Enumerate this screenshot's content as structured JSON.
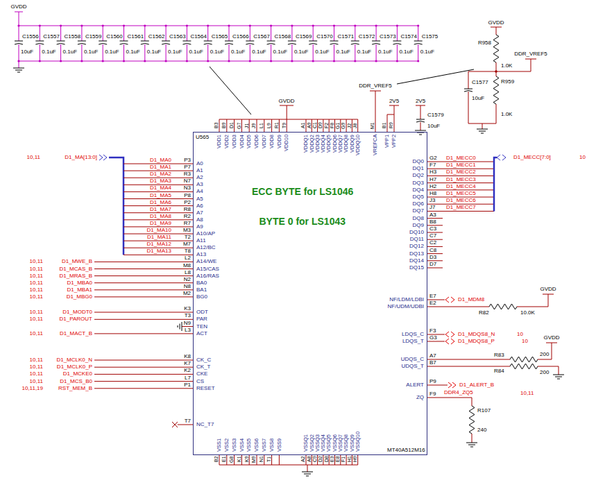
{
  "diagram": {
    "nodes": [
      {
        "text": [
          "U565",
          "ECC BYTE for LS1046",
          "BYTE 0 for LS1043",
          "MT40A512M16"
        ]
      }
    ],
    "labels": [
      "C1556",
      "C1557",
      "C1558",
      "C1559",
      "C1560",
      "C1561",
      "C1562",
      "C1563",
      "C1564",
      "C1565",
      "C1566",
      "C1567",
      "C1568",
      "C1569",
      "C1570",
      "C1571",
      "C1572",
      "C1573",
      "C1574",
      "C1575",
      "10uF",
      "0.1uF",
      "0.1uF",
      "0.1uF",
      "0.1uF",
      "0.1uF",
      "0.1uF",
      "0.1uF",
      "0.1uF",
      "0.1uF",
      "0.1uF",
      "0.1uF",
      "0.1uF",
      "0.1uF",
      "0.1uF",
      "0.1uF",
      "0.1uF",
      "0.1uF",
      "0.1uF",
      "0.1uF",
      "GVDD",
      "GVDD",
      "DDR_VREF5",
      "2V5",
      "2V5",
      "C1579",
      "10uF",
      "GVDD",
      "R958",
      "1.0K",
      "DDR_VREF5",
      "C1577",
      "10uF",
      "R959",
      "1.0K",
      "VDD1",
      "VDD2",
      "VDD3",
      "VDD4",
      "VDD5",
      "VDD6",
      "VDD7",
      "VDD8",
      "VDD9",
      "VDD10",
      "VDDQ1",
      "VDDQ2",
      "VDDQ3",
      "VDDQ4",
      "VDDQ5",
      "VDDQ6",
      "VDDQ7",
      "VDDQ8",
      "VDDQ9",
      "VDDQ10",
      "VREFCA",
      "VPP1",
      "VPP2",
      "B3",
      "B9",
      "D1",
      "G7",
      "J1",
      "J9",
      "L1",
      "L9",
      "R1",
      "T9",
      "A1",
      "A9",
      "C1",
      "D9",
      "F2",
      "F8",
      "G1",
      "G9",
      "J2",
      "J8",
      "M1",
      "B1",
      "R9",
      "VSS1",
      "VSS2",
      "VSS3",
      "VSS4",
      "VSS5",
      "VSS6",
      "VSS7",
      "VSS8",
      "VSS9",
      "VSSQ1",
      "VSSQ2",
      "VSSQ3",
      "VSSQ4",
      "VSSQ5",
      "VSSQ6",
      "VSSQ7",
      "VSSQ8",
      "VSSQ9",
      "VSSQ10",
      "B2",
      "E1",
      "G8",
      "K1",
      "K9",
      "M9",
      "N1",
      "T1",
      "A2",
      "A8",
      "C9",
      "D2",
      "D8",
      "E3",
      "E8",
      "F1",
      "H1",
      "H9",
      "A0",
      "A1",
      "A2",
      "A3",
      "A4",
      "A5",
      "A6",
      "A7",
      "A8",
      "A9",
      "A10/AP",
      "A11",
      "A12/BC",
      "A13",
      "A14/WE",
      "A15/CAS",
      "A16/RAS",
      "BA0",
      "BA1",
      "BG0",
      "ODT",
      "PAR",
      "TEN",
      "ACT",
      "CK_C",
      "CK_T",
      "CKE",
      "CS",
      "RESET",
      "NC_T7",
      "P3",
      "P7",
      "R3",
      "N7",
      "N3",
      "P8",
      "P2",
      "R8",
      "R2",
      "R7",
      "M3",
      "T2",
      "M7",
      "T8",
      "L2",
      "M8",
      "L8",
      "N2",
      "N8",
      "M2",
      "K3",
      "T3",
      "N9",
      "L3",
      "K8",
      "K7",
      "K2",
      "L7",
      "P1",
      "T7",
      "D1_MA[13:0]",
      "10,11",
      "D1_MA0",
      "D1_MA1",
      "D1_MA2",
      "D1_MA3",
      "D1_MA4",
      "D1_MA5",
      "D1_MA6",
      "D1_MA7",
      "D1_MA8",
      "D1_MA9",
      "D1_MA10",
      "D1_MA11",
      "D1_MA12",
      "D1_MA13",
      "D1_MWE_B",
      "D1_MCAS_B",
      "D1_MRAS_B",
      "D1_MBA0",
      "D1_MBA1",
      "D1_MBG0",
      "10,11",
      "10,11",
      "10,11",
      "10,11",
      "10,11",
      "10,11",
      "D1_MODT0",
      "D1_PAROUT",
      "D1_MACT_B",
      "10,11",
      "10,11",
      "10,11",
      "D1_MCLK0_N",
      "D1_MCLK0_P",
      "D1_MCKE0",
      "D1_MCS_B0",
      "RST_MEM_B",
      "10,11",
      "10,11",
      "10,11",
      "10,11",
      "10,11,19",
      "DQ0",
      "DQ1",
      "DQ2",
      "DQ3",
      "DQ4",
      "DQ5",
      "DQ6",
      "DQ7",
      "DQ8",
      "DQ9",
      "DQ10",
      "DQ11",
      "DQ12",
      "DQ13",
      "DQ14",
      "DQ15",
      "NF/LDM/LDBI",
      "NF/UDM/UDBI",
      "LDQS_C",
      "LDQS_T",
      "UDQS_C",
      "UDQS_T",
      "ALERT",
      "ZQ",
      "G2",
      "F7",
      "H3",
      "H7",
      "H2",
      "H8",
      "J3",
      "J7",
      "A3",
      "B8",
      "C3",
      "C7",
      "C2",
      "C8",
      "D3",
      "D7",
      "E7",
      "E2",
      "F3",
      "G3",
      "A7",
      "B7",
      "P9",
      "F9",
      "D1_MECC0",
      "D1_MECC1",
      "D1_MECC2",
      "D1_MECC3",
      "D1_MECC4",
      "D1_MECC5",
      "D1_MECC6",
      "D1_MECC7",
      "D1_MECC[7:0]",
      "10",
      "D1_MDM8",
      "GVDD",
      "R82",
      "10.0K",
      "D1_MDQS8_N",
      "D1_MDQS8_P",
      "10",
      "10",
      "GVDD",
      "R83",
      "R84",
      "200",
      "200",
      "D1_ALERT_B",
      "10,11",
      "DDR4_ZQ5",
      "R107",
      "240"
    ]
  }
}
